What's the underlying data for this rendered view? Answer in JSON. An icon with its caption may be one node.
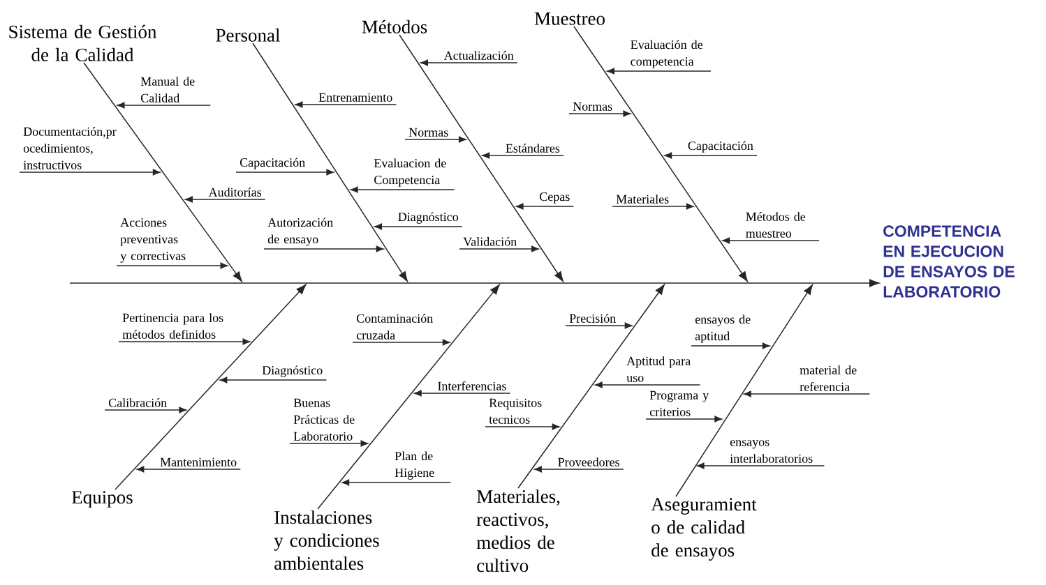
{
  "diagram": {
    "nodes": [
      {
        "text": [
          "Sistema de Gestión de la Calidad"
        ]
      },
      {
        "text": [
          "Manual de Calidad"
        ]
      },
      {
        "text": [
          "Documentación,pr ocedimientos, instructivos"
        ]
      },
      {
        "text": [
          "Auditorías"
        ]
      },
      {
        "text": [
          "Acciones preventivas y correctivas"
        ]
      },
      {
        "text": [
          "Personal"
        ]
      },
      {
        "text": [
          "Entrenamiento"
        ]
      },
      {
        "text": [
          "Capacitación"
        ]
      },
      {
        "text": [
          "Evaluacion de Competencia"
        ]
      },
      {
        "text": [
          "Autorización de ensayo"
        ]
      },
      {
        "text": [
          "Diagnóstico"
        ]
      },
      {
        "text": [
          "Métodos"
        ]
      },
      {
        "text": [
          "Actualización"
        ]
      },
      {
        "text": [
          "Normas"
        ]
      },
      {
        "text": [
          "Estándares"
        ]
      },
      {
        "text": [
          "Cepas"
        ]
      },
      {
        "text": [
          "Validación"
        ]
      },
      {
        "text": [
          "Muestreo"
        ]
      },
      {
        "text": [
          "Evaluación de competencia"
        ]
      },
      {
        "text": [
          "Normas"
        ]
      },
      {
        "text": [
          "Capacitación"
        ]
      },
      {
        "text": [
          "Materiales"
        ]
      },
      {
        "text": [
          "Métodos de muestreo"
        ]
      },
      {
        "text": [
          "COMPETENCIA EN EJECUCION DE ENSAYOS DE LABORATORIO"
        ]
      },
      {
        "text": [
          "Pertinencia para los métodos definidos"
        ]
      },
      {
        "text": [
          "Diagnóstico"
        ]
      },
      {
        "text": [
          "Calibración"
        ]
      },
      {
        "text": [
          "Mantenimiento"
        ]
      },
      {
        "text": [
          "Equipos"
        ]
      },
      {
        "text": [
          "Contaminación cruzada"
        ]
      },
      {
        "text": [
          "Interferencias"
        ]
      },
      {
        "text": [
          "Buenas Prácticas de Laboratorio"
        ]
      },
      {
        "text": [
          "Plan de Higiene"
        ]
      },
      {
        "text": [
          "Instalaciones y condiciones ambientales"
        ]
      },
      {
        "text": [
          "Precisión"
        ]
      },
      {
        "text": [
          "Aptitud para uso"
        ]
      },
      {
        "text": [
          "Requisitos tecnicos"
        ]
      },
      {
        "text": [
          "Proveedores"
        ]
      },
      {
        "text": [
          "Materiales, reactivos, medios de cultivo"
        ]
      },
      {
        "text": [
          "ensayos de aptitud"
        ]
      },
      {
        "text": [
          "material de referencia"
        ]
      },
      {
        "text": [
          "Programa y criterios"
        ]
      },
      {
        "text": [
          "ensayos interlaboratorios"
        ]
      },
      {
        "text": [
          "Aseguramient o de calidad de ensayos"
        ]
      }
    ],
    "edges": [
      {
        "from": 1,
        "to": null,
        "arrow": "to"
      },
      {
        "from": 2,
        "to": null,
        "arrow": "to"
      },
      {
        "from": 3,
        "to": null,
        "arrow": "to"
      },
      {
        "from": 4,
        "to": null,
        "arrow": "to"
      },
      {
        "from": 0,
        "to": null,
        "arrow": "to"
      },
      {
        "from": 6,
        "to": null,
        "arrow": "to"
      },
      {
        "from": 7,
        "to": null,
        "arrow": "to"
      },
      {
        "from": 8,
        "to": null,
        "arrow": "to"
      },
      {
        "from": 9,
        "to": null,
        "arrow": "to"
      },
      {
        "from": 10,
        "to": null,
        "arrow": "to"
      },
      {
        "from": 5,
        "to": null,
        "arrow": "to"
      },
      {
        "from": 12,
        "to": null,
        "arrow": "to"
      },
      {
        "from": 13,
        "to": null,
        "arrow": "to"
      },
      {
        "from": 14,
        "to": null,
        "arrow": "to"
      },
      {
        "from": 15,
        "to": null,
        "arrow": "to"
      },
      {
        "from": 16,
        "to": null,
        "arrow": "to"
      },
      {
        "from": 11,
        "to": null,
        "arrow": "to"
      },
      {
        "from": 18,
        "to": null,
        "arrow": "to"
      },
      {
        "from": 19,
        "to": null,
        "arrow": "to"
      },
      {
        "from": 20,
        "to": null,
        "arrow": "to"
      },
      {
        "from": 21,
        "to": null,
        "arrow": "to"
      },
      {
        "from": 22,
        "to": null,
        "arrow": "to"
      },
      {
        "from": 17,
        "to": null,
        "arrow": "to"
      },
      {
        "from": null,
        "to": 23,
        "arrow": "to"
      },
      {
        "from": 24,
        "to": null,
        "arrow": "to"
      },
      {
        "from": 25,
        "to": null,
        "arrow": "to"
      },
      {
        "from": 26,
        "to": null,
        "arrow": "to"
      },
      {
        "from": 27,
        "to": null,
        "arrow": "to"
      },
      {
        "from": 28,
        "to": null,
        "arrow": "to"
      },
      {
        "from": 29,
        "to": null,
        "arrow": "to"
      },
      {
        "from": 30,
        "to": null,
        "arrow": "to"
      },
      {
        "from": 31,
        "to": null,
        "arrow": "to"
      },
      {
        "from": 32,
        "to": null,
        "arrow": "to"
      },
      {
        "from": 33,
        "to": null,
        "arrow": "to"
      },
      {
        "from": 34,
        "to": null,
        "arrow": "to"
      },
      {
        "from": 35,
        "to": null,
        "arrow": "to"
      },
      {
        "from": 36,
        "to": null,
        "arrow": "to"
      },
      {
        "from": 37,
        "to": null,
        "arrow": "to"
      },
      {
        "from": 38,
        "to": null,
        "arrow": "to"
      },
      {
        "from": 39,
        "to": null,
        "arrow": "to"
      },
      {
        "from": 40,
        "to": null,
        "arrow": "to"
      },
      {
        "from": 41,
        "to": null,
        "arrow": "to"
      },
      {
        "from": 42,
        "to": null,
        "arrow": "to"
      },
      {
        "from": 43,
        "to": null,
        "arrow": "to"
      }
    ]
  }
}
